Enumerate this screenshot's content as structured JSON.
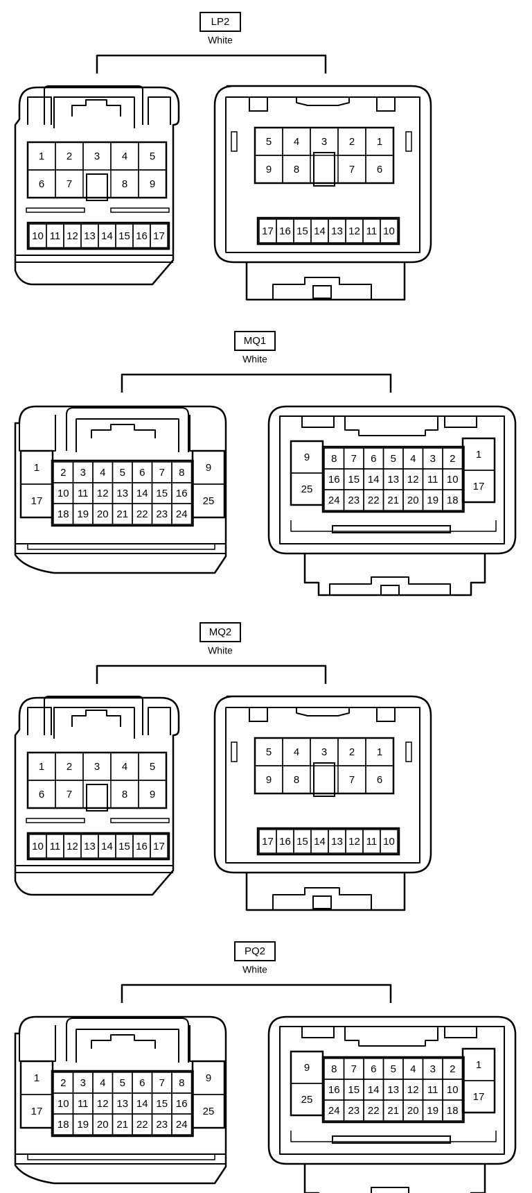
{
  "connectors": [
    {
      "id": "LP2",
      "label": "LP2",
      "color": "White",
      "type": "17pin"
    },
    {
      "id": "MQ1",
      "label": "MQ1",
      "color": "White",
      "type": "25pin"
    },
    {
      "id": "MQ2",
      "label": "MQ2",
      "color": "White",
      "type": "17pin"
    },
    {
      "id": "PQ2",
      "label": "PQ2",
      "color": "White",
      "type": "25pin"
    }
  ],
  "pins17": {
    "left_row1": [
      "1",
      "2",
      "3",
      "4",
      "5"
    ],
    "left_row2": [
      "6",
      "7",
      "8",
      "9"
    ],
    "left_row3": [
      "10",
      "11",
      "12",
      "13",
      "14",
      "15",
      "16",
      "17"
    ],
    "right_row1": [
      "5",
      "4",
      "3",
      "2",
      "1"
    ],
    "right_row2": [
      "9",
      "8",
      "7",
      "6"
    ],
    "right_row3": [
      "17",
      "16",
      "15",
      "14",
      "13",
      "12",
      "11",
      "10"
    ]
  },
  "pins25": {
    "left_side_left": [
      "1",
      "17"
    ],
    "left_side_right": [
      "9",
      "25"
    ],
    "left_row1": [
      "2",
      "3",
      "4",
      "5",
      "6",
      "7",
      "8"
    ],
    "left_row2": [
      "10",
      "11",
      "12",
      "13",
      "14",
      "15",
      "16"
    ],
    "left_row3": [
      "18",
      "19",
      "20",
      "21",
      "22",
      "23",
      "24"
    ],
    "right_side_left": [
      "9",
      "25"
    ],
    "right_side_right": [
      "1",
      "17"
    ],
    "right_row1": [
      "8",
      "7",
      "6",
      "5",
      "4",
      "3",
      "2"
    ],
    "right_row2": [
      "16",
      "15",
      "14",
      "13",
      "12",
      "11",
      "10"
    ],
    "right_row3": [
      "24",
      "23",
      "22",
      "21",
      "20",
      "19",
      "18"
    ]
  }
}
